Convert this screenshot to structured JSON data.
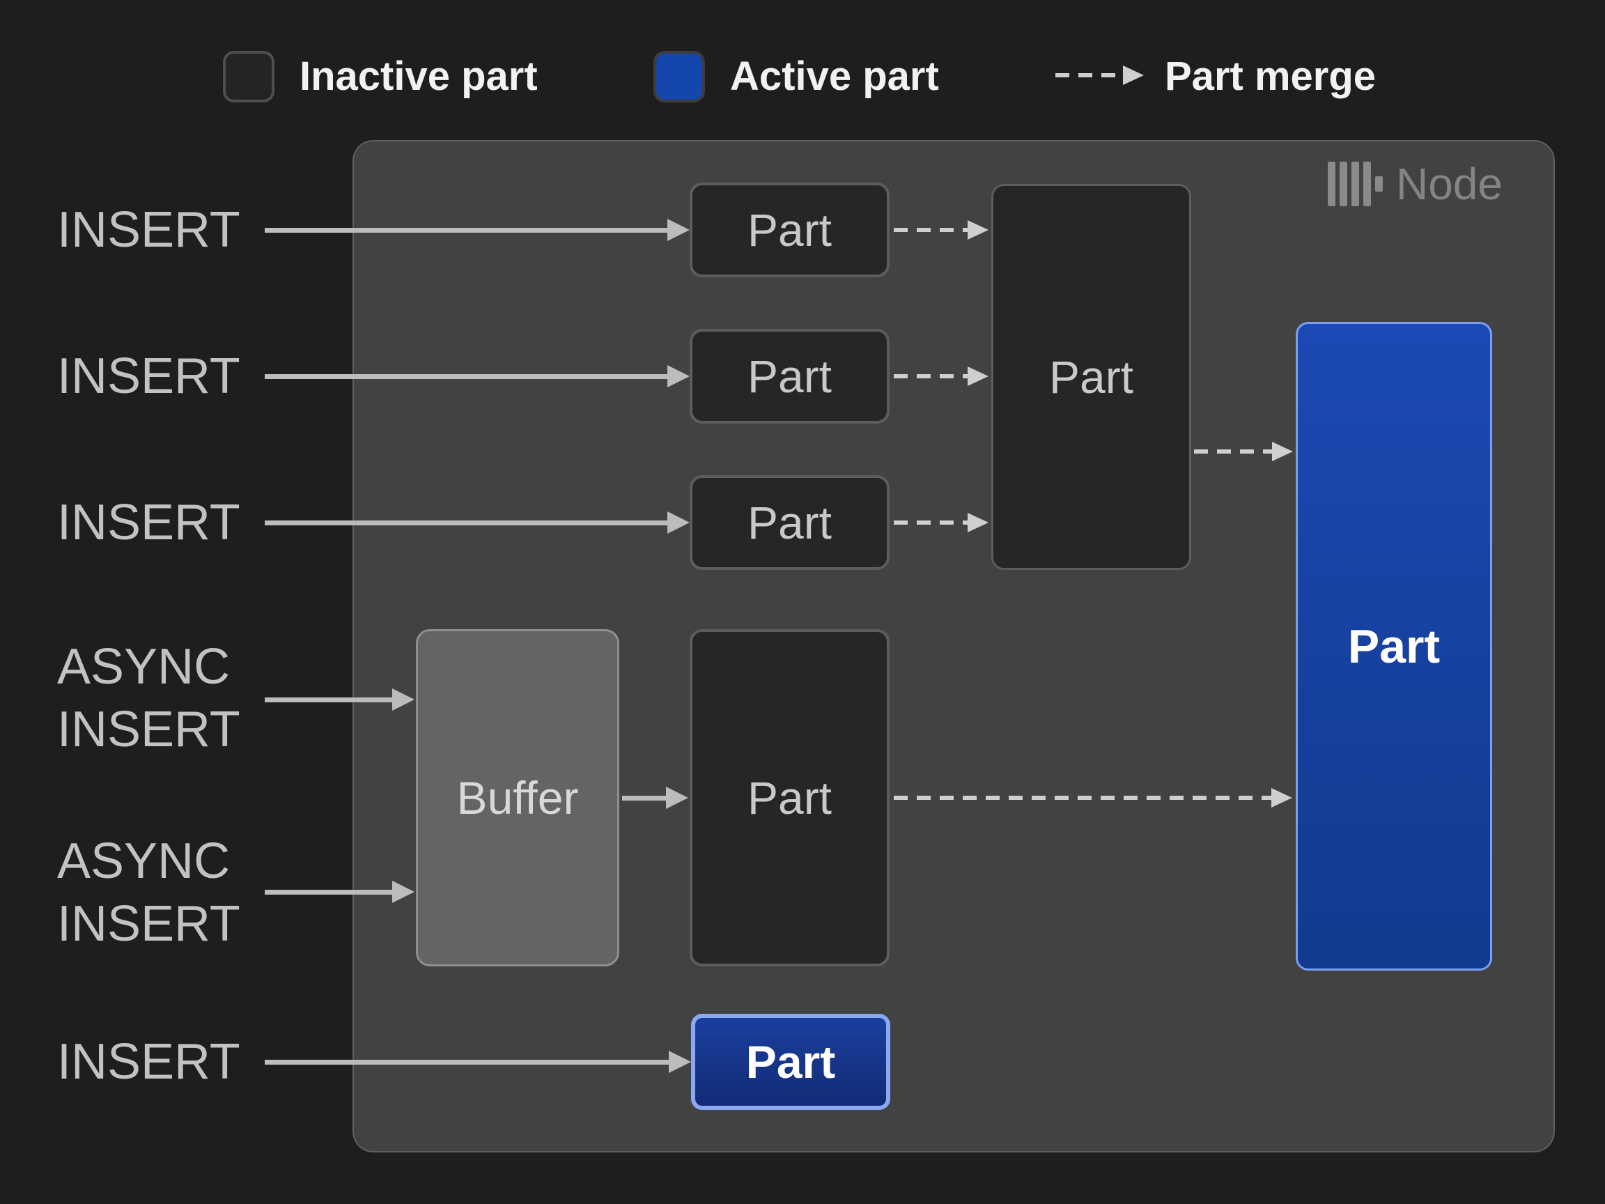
{
  "legend": {
    "inactive_label": "Inactive part",
    "active_label": "Active part",
    "merge_label": "Part merge"
  },
  "node": {
    "title": "Node",
    "logo_icon": "clickhouse-logo-icon"
  },
  "inputs": {
    "insert1": "INSERT",
    "insert2": "INSERT",
    "insert3": "INSERT",
    "async_insert1": "ASYNC INSERT",
    "async_insert2": "ASYNC INSERT",
    "insert4": "INSERT"
  },
  "boxes": {
    "part_label": "Part",
    "buffer_label": "Buffer"
  },
  "colors": {
    "page_bg": "#1e1e20",
    "node_bg": "#424242",
    "active_blue_top": "#1c49b4",
    "active_blue_bottom": "#123a8e",
    "active_border": "#7aa0f0",
    "legend_active_fill": "#1546ad",
    "buffer_fill": "#646464",
    "box_fill": "#262626",
    "arrow_solid": "#bcbcbc",
    "arrow_dashed": "#cfcfcf"
  }
}
